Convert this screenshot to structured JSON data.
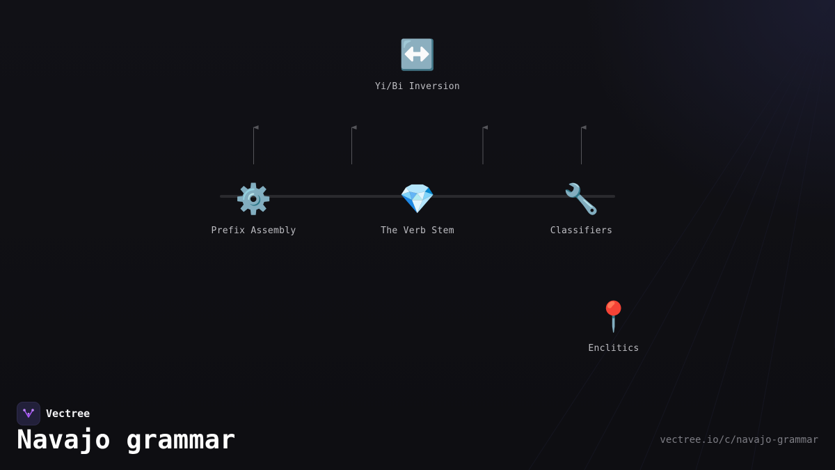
{
  "diagram": {
    "nodes": [
      {
        "id": "yibi",
        "icon": "↔️",
        "icon_name": "left-right-arrow-icon",
        "label": "Yi/Bi Inversion"
      },
      {
        "id": "prefix",
        "icon": "⚙️",
        "icon_name": "gear-icon",
        "label": "Prefix Assembly"
      },
      {
        "id": "stem",
        "icon": "💎",
        "icon_name": "gem-icon",
        "label": "The Verb Stem"
      },
      {
        "id": "classifiers",
        "icon": "🔧",
        "icon_name": "wrench-icon",
        "label": "Classifiers"
      },
      {
        "id": "enclitics",
        "icon": "📍",
        "icon_name": "pin-icon",
        "label": "Enclitics"
      }
    ],
    "colors": {
      "background": "#0f0f14",
      "axis": "#2a2a2e",
      "connector": "#55555a",
      "label": "#bdbdc2"
    }
  },
  "footer": {
    "brand_name": "Vectree",
    "title": "Navajo grammar",
    "url": "vectree.io/c/navajo-grammar",
    "logo_icon": "vectree-logo-icon",
    "logo_color": "#a855f7"
  }
}
